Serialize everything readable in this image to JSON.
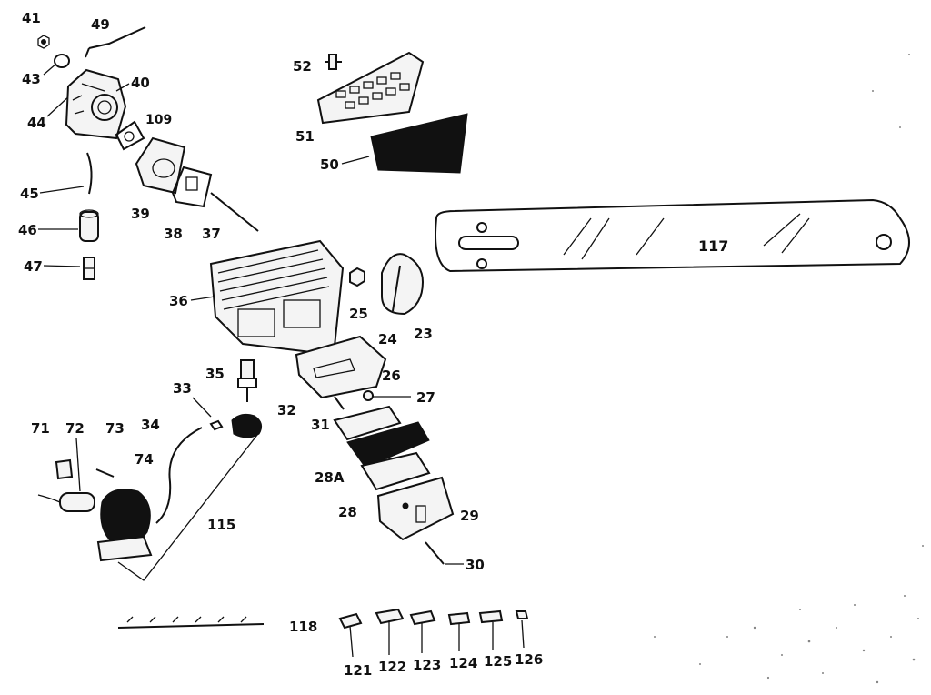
{
  "parts": [
    {
      "id": "41",
      "label": "41"
    },
    {
      "id": "43",
      "label": "43"
    },
    {
      "id": "44",
      "label": "44"
    },
    {
      "id": "49",
      "label": "49"
    },
    {
      "id": "40",
      "label": "40"
    },
    {
      "id": "109",
      "label": "109"
    },
    {
      "id": "45",
      "label": "45"
    },
    {
      "id": "46",
      "label": "46"
    },
    {
      "id": "47",
      "label": "47"
    },
    {
      "id": "39",
      "label": "39"
    },
    {
      "id": "38",
      "label": "38"
    },
    {
      "id": "37",
      "label": "37"
    },
    {
      "id": "52",
      "label": "52"
    },
    {
      "id": "51",
      "label": "51"
    },
    {
      "id": "50",
      "label": "50"
    },
    {
      "id": "117",
      "label": "117"
    },
    {
      "id": "36",
      "label": "36"
    },
    {
      "id": "25",
      "label": "25"
    },
    {
      "id": "24",
      "label": "24"
    },
    {
      "id": "23",
      "label": "23"
    },
    {
      "id": "35",
      "label": "35"
    },
    {
      "id": "26",
      "label": "26"
    },
    {
      "id": "27",
      "label": "27"
    },
    {
      "id": "33",
      "label": "33"
    },
    {
      "id": "32",
      "label": "32"
    },
    {
      "id": "34",
      "label": "34"
    },
    {
      "id": "31",
      "label": "31"
    },
    {
      "id": "71",
      "label": "71"
    },
    {
      "id": "72",
      "label": "72"
    },
    {
      "id": "73",
      "label": "73"
    },
    {
      "id": "74",
      "label": "74"
    },
    {
      "id": "28A",
      "label": "28A"
    },
    {
      "id": "28",
      "label": "28"
    },
    {
      "id": "29",
      "label": "29"
    },
    {
      "id": "115",
      "label": "115"
    },
    {
      "id": "30",
      "label": "30"
    },
    {
      "id": "118",
      "label": "118"
    },
    {
      "id": "121",
      "label": "121"
    },
    {
      "id": "122",
      "label": "122"
    },
    {
      "id": "123",
      "label": "123"
    },
    {
      "id": "124",
      "label": "124"
    },
    {
      "id": "125",
      "label": "125"
    },
    {
      "id": "126",
      "label": "126"
    }
  ]
}
